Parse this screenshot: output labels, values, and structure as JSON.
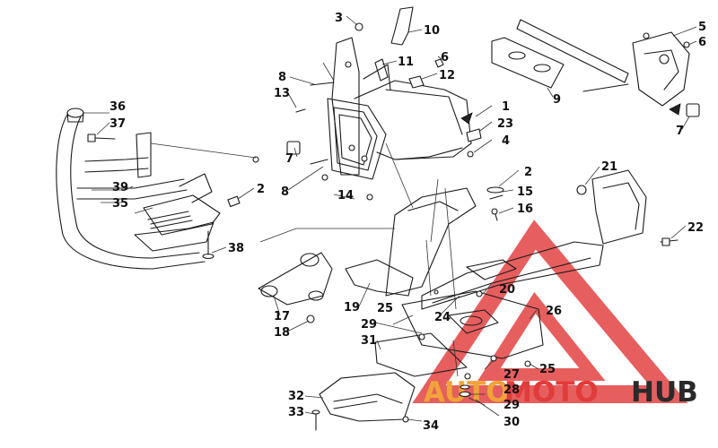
{
  "diagram": {
    "callouts": [
      {
        "id": "1",
        "text": "1"
      },
      {
        "id": "2a",
        "text": "2"
      },
      {
        "id": "2b",
        "text": "2"
      },
      {
        "id": "3",
        "text": "3"
      },
      {
        "id": "4",
        "text": "4"
      },
      {
        "id": "5",
        "text": "5"
      },
      {
        "id": "6a",
        "text": "6"
      },
      {
        "id": "6b",
        "text": "6"
      },
      {
        "id": "7a",
        "text": "7"
      },
      {
        "id": "7b",
        "text": "7"
      },
      {
        "id": "8a",
        "text": "8"
      },
      {
        "id": "8b",
        "text": "8"
      },
      {
        "id": "9",
        "text": "9"
      },
      {
        "id": "10",
        "text": "10"
      },
      {
        "id": "11",
        "text": "11"
      },
      {
        "id": "12",
        "text": "12"
      },
      {
        "id": "13",
        "text": "13"
      },
      {
        "id": "14",
        "text": "14"
      },
      {
        "id": "15",
        "text": "15"
      },
      {
        "id": "16",
        "text": "16"
      },
      {
        "id": "17",
        "text": "17"
      },
      {
        "id": "18",
        "text": "18"
      },
      {
        "id": "19",
        "text": "19"
      },
      {
        "id": "20",
        "text": "20"
      },
      {
        "id": "21",
        "text": "21"
      },
      {
        "id": "22",
        "text": "22"
      },
      {
        "id": "23",
        "text": "23"
      },
      {
        "id": "24",
        "text": "24"
      },
      {
        "id": "25a",
        "text": "25"
      },
      {
        "id": "25b",
        "text": "25"
      },
      {
        "id": "26",
        "text": "26"
      },
      {
        "id": "27",
        "text": "27"
      },
      {
        "id": "28",
        "text": "28"
      },
      {
        "id": "29a",
        "text": "29"
      },
      {
        "id": "29b",
        "text": "29"
      },
      {
        "id": "30",
        "text": "30"
      },
      {
        "id": "31",
        "text": "31"
      },
      {
        "id": "32",
        "text": "32"
      },
      {
        "id": "33",
        "text": "33"
      },
      {
        "id": "34",
        "text": "34"
      },
      {
        "id": "35",
        "text": "35"
      },
      {
        "id": "36",
        "text": "36"
      },
      {
        "id": "37",
        "text": "37"
      },
      {
        "id": "38",
        "text": "38"
      },
      {
        "id": "39",
        "text": "39"
      }
    ]
  },
  "watermark": {
    "word_part1": "AUTO",
    "word_part2": "MOTO",
    "word_part3": "HUB",
    "colors": {
      "triangle": "#e23b3b",
      "auto": "#f0a33a",
      "moto": "#e23b3b",
      "hub": "#2a2a2a"
    }
  }
}
